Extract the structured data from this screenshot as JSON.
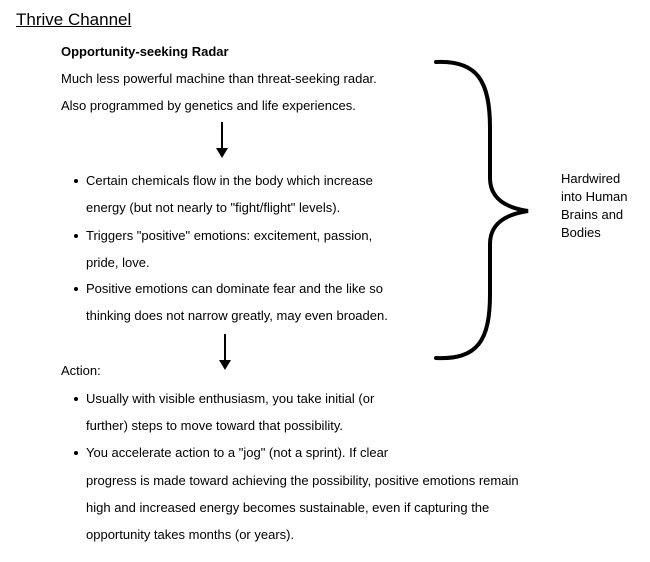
{
  "title": "Thrive Channel",
  "radar": {
    "heading": "Opportunity-seeking Radar",
    "line1": "Much less powerful machine than threat-seeking radar.",
    "line2": "Also programmed by genetics and life experiences."
  },
  "effects": {
    "b1_l1": "Certain chemicals flow in the body which increase",
    "b1_l2": "energy (but not nearly to \"fight/flight\" levels).",
    "b2_l1": "Triggers \"positive\" emotions: excitement, passion,",
    "b2_l2": "pride, love.",
    "b3_l1": "Positive emotions can dominate fear and the like so",
    "b3_l2": "thinking does not narrow greatly, may even broaden."
  },
  "side_note": [
    "Hardwired",
    "into Human",
    "Brains and",
    "Bodies"
  ],
  "action": {
    "heading": "Action:",
    "b1_l1": "Usually with visible enthusiasm, you take initial (or",
    "b1_l2": "further) steps to move toward that possibility.",
    "b2_l1": "You accelerate action to a \"jog\" (not a sprint). If clear",
    "b2_l2": "progress is made toward achieving the possibility, positive emotions remain",
    "b2_l3": "high and increased energy becomes sustainable, even if capturing the",
    "b2_l4": "opportunity takes months (or years)."
  }
}
